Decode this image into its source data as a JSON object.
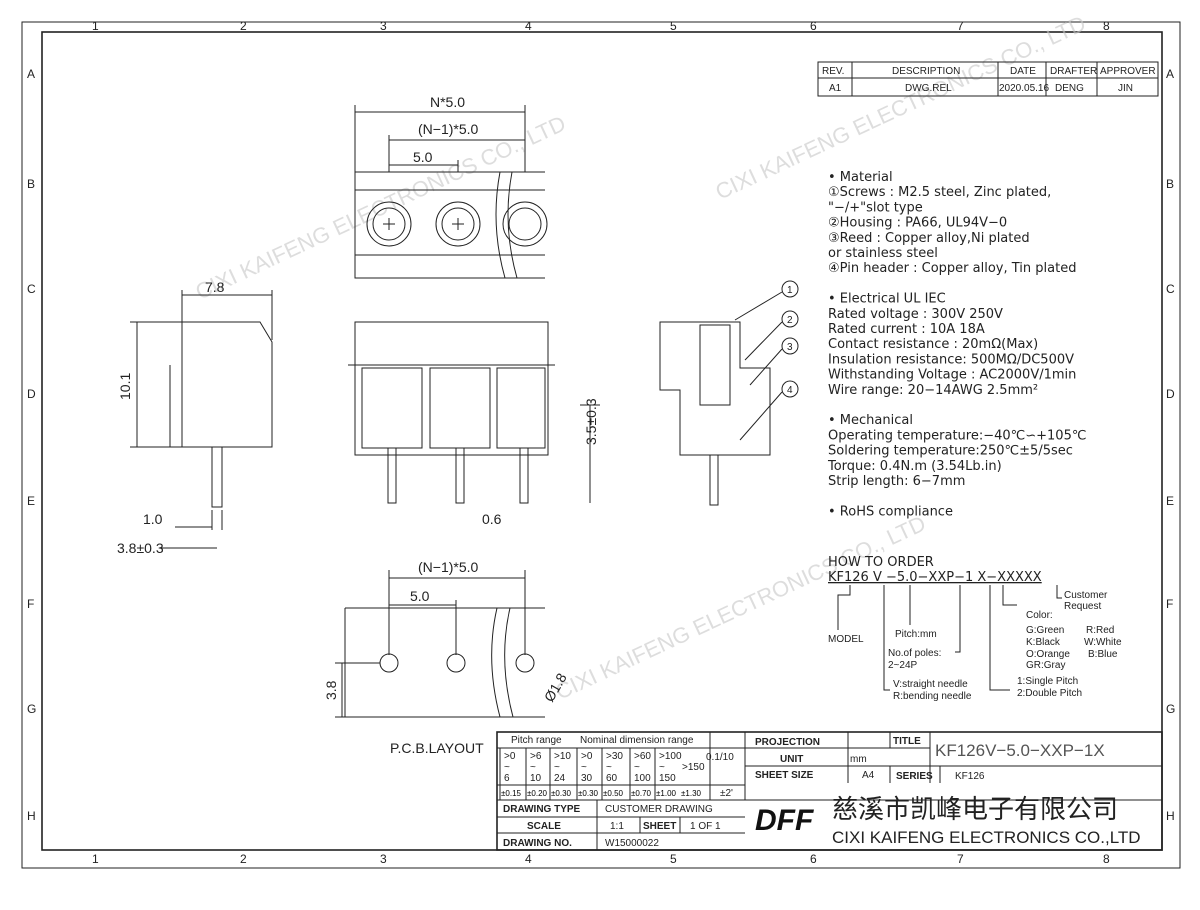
{
  "grid": {
    "cols": [
      "1",
      "2",
      "3",
      "4",
      "5",
      "6",
      "7",
      "8"
    ],
    "rows": [
      "A",
      "B",
      "C",
      "D",
      "E",
      "F",
      "G",
      "H"
    ]
  },
  "revision": {
    "headers": [
      "REV.",
      "DESCRIPTION",
      "DATE",
      "DRAFTER",
      "APPROVER"
    ],
    "row": [
      "A1",
      "DWG.REL",
      "2020.05.16",
      "DENG",
      "JIN"
    ]
  },
  "dims": {
    "n_pitch": "N*5.0",
    "n1_pitch": "(N−1)*5.0",
    "pitch": "5.0",
    "width": "7.8",
    "height": "10.1",
    "pin_w": "1.0",
    "pin_pos": "3.8±0.3",
    "pin_len": "3.5±0.3",
    "pin_t": "0.6",
    "pcb_n1": "(N−1)*5.0",
    "pcb_pitch": "5.0",
    "pcb_y": "3.8",
    "hole": "Ø1.8",
    "pcb_label": "P.C.B.LAYOUT"
  },
  "callouts": [
    "1",
    "2",
    "3",
    "4"
  ],
  "specs": [
    "• Material",
    "①Screws : M2.5 steel, Zinc plated,",
    "  \"−/+\"slot type",
    "②Housing : PA66, UL94V−0",
    "③Reed : Copper alloy,Ni plated",
    "  or stainless steel",
    "④Pin header : Copper alloy, Tin plated",
    "",
    "• Electrical              UL         IEC",
    "  Rated voltage  :  300V      250V",
    "  Rated current  :  10A        18A",
    "  Contact resistance : 20mΩ(Max)",
    "  Insulation resistance: 500MΩ/DC500V",
    "  Withstanding Voltage : AC2000V/1min",
    "  Wire range: 20−14AWG   2.5mm²",
    "",
    "• Mechanical",
    "  Operating temperature:−40℃∽+105℃",
    "  Soldering temperature:250℃±5/5sec",
    "  Torque: 0.4N.m (3.54Lb.in)",
    "  Strip length: 6−7mm",
    "",
    "• RoHS compliance"
  ],
  "order": {
    "title": "HOW TO ORDER",
    "code": "KF126 V −5.0−XXP−1 X−XXXXX",
    "model": "MODEL",
    "pitch": "Pitch:mm",
    "poles": "No.of poles:",
    "poles_range": "2~24P",
    "v": "V:straight needle",
    "r": "R:bending needle",
    "single": "1:Single Pitch",
    "double": "2:Double Pitch",
    "color": "Color:",
    "colors": [
      "G:Green",
      "R:Red",
      "K:Black",
      "W:White",
      "O:Orange",
      "B:Blue",
      "GR:Gray"
    ],
    "customer": "Customer",
    "request": "Request"
  },
  "tolerance": {
    "pitch_range": "Pitch range",
    "nominal": "Nominal dimension range",
    "ranges": [
      [
        ">0",
        "6"
      ],
      [
        ">6",
        "10"
      ],
      [
        ">10",
        "24"
      ],
      [
        ">0",
        "30"
      ],
      [
        ">30",
        "60"
      ],
      [
        ">60",
        "100"
      ],
      [
        ">100",
        "150"
      ]
    ],
    "over": ">150",
    "tols": [
      "±0.15",
      "±0.20",
      "±0.30",
      "±0.30",
      "±0.50",
      "±0.70",
      "±1.00",
      "±1.30"
    ],
    "flat": "0.1/10",
    "angle": "±2'"
  },
  "title_block": {
    "projection": "PROJECTION",
    "unit_label": "UNIT",
    "unit": "mm",
    "sheet_size_label": "SHEET SIZE",
    "sheet_size": "A4",
    "title_label": "TITLE",
    "title": "KF126V−5.0−XXP−1X",
    "series_label": "SERIES",
    "series": "KF126",
    "drawing_type_label": "DRAWING TYPE",
    "drawing_type": "CUSTOMER DRAWING",
    "scale_label": "SCALE",
    "scale": "1:1",
    "sheet_label": "SHEET",
    "sheet": "1 OF 1",
    "drawing_no_label": "DRAWING NO.",
    "drawing_no": "W15000022",
    "company_cn": "慈溪市凯峰电子有限公司",
    "company_en": "CIXI KAIFENG ELECTRONICS CO.,LTD",
    "logo": "DFF"
  },
  "watermark": "CIXI KAIFENG ELECTRONICS CO., LTD"
}
